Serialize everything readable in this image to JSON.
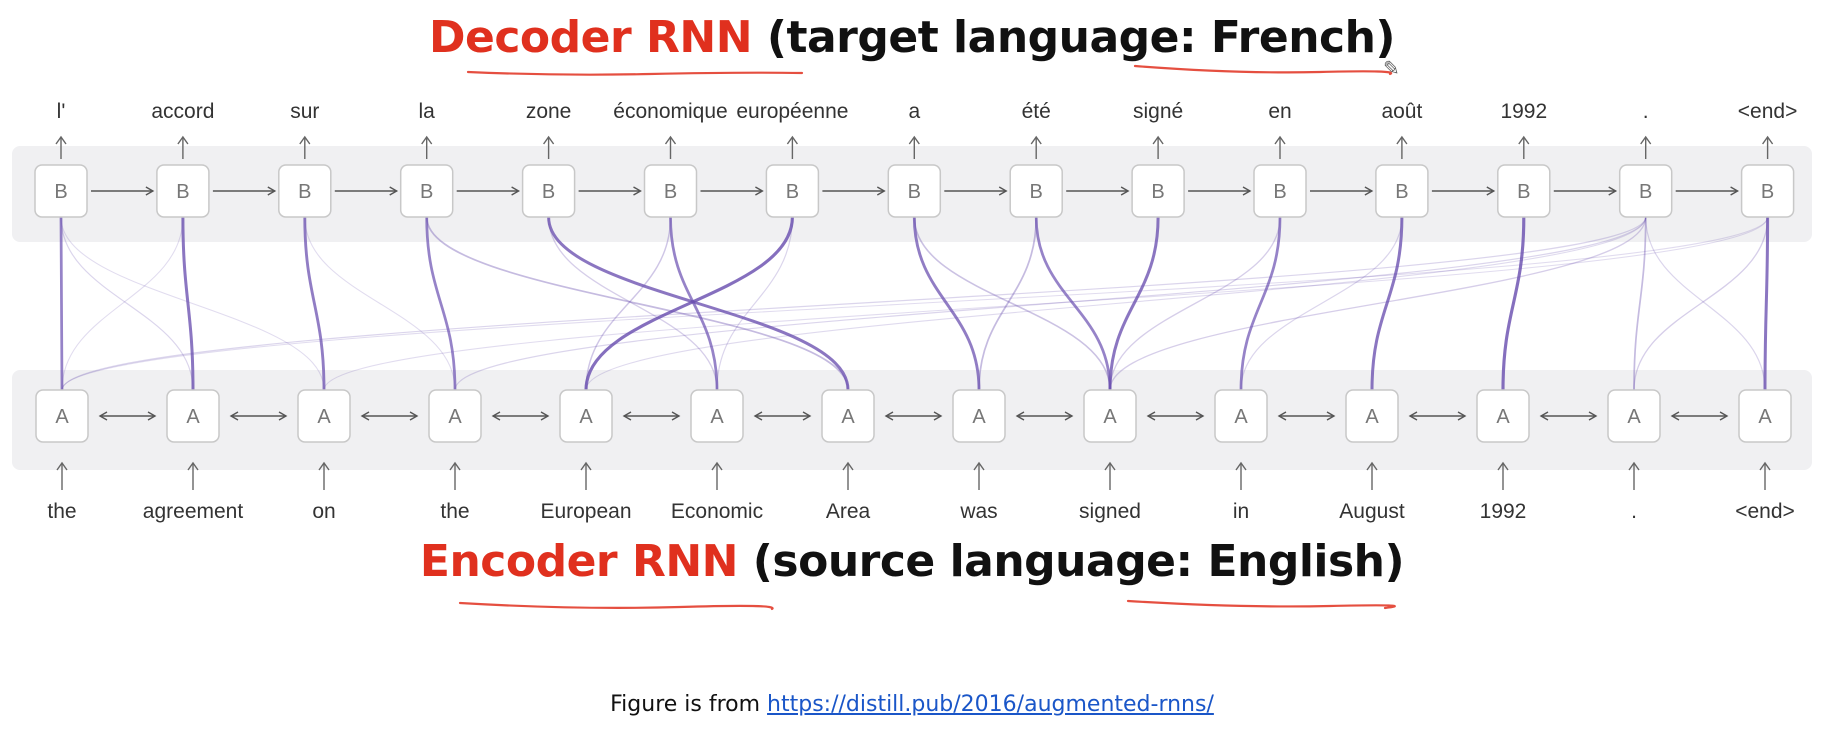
{
  "decoder_title": {
    "main": "Decoder RNN",
    "sub": " (target language: French)"
  },
  "encoder_title": {
    "main": "Encoder RNN",
    "sub": " (source language: English)"
  },
  "caption": {
    "text": "Figure is from ",
    "link": "https://distill.pub/2016/augmented-rnns/"
  },
  "decoder": {
    "cell_label": "B",
    "words": [
      "l'",
      "accord",
      "sur",
      "la",
      "zone",
      "économique",
      "européenne",
      "a",
      "été",
      "signé",
      "en",
      "août",
      "1992",
      ".",
      "<end>"
    ]
  },
  "encoder": {
    "cell_label": "A",
    "words": [
      "the",
      "agreement",
      "on",
      "the",
      "European",
      "Economic",
      "Area",
      "was",
      "signed",
      "in",
      "August",
      "1992",
      ".",
      "<end>"
    ]
  },
  "attention": [
    [
      0,
      0,
      0.75
    ],
    [
      0,
      1,
      0.15
    ],
    [
      0,
      2,
      0.1
    ],
    [
      1,
      1,
      0.85
    ],
    [
      1,
      0,
      0.1
    ],
    [
      2,
      2,
      0.8
    ],
    [
      2,
      3,
      0.1
    ],
    [
      3,
      3,
      0.75
    ],
    [
      3,
      6,
      0.35
    ],
    [
      4,
      6,
      0.85
    ],
    [
      4,
      5,
      0.2
    ],
    [
      5,
      5,
      0.75
    ],
    [
      5,
      4,
      0.25
    ],
    [
      6,
      4,
      0.9
    ],
    [
      6,
      5,
      0.15
    ],
    [
      7,
      7,
      0.8
    ],
    [
      7,
      8,
      0.3
    ],
    [
      8,
      8,
      0.75
    ],
    [
      8,
      7,
      0.35
    ],
    [
      9,
      8,
      0.85
    ],
    [
      10,
      9,
      0.75
    ],
    [
      10,
      8,
      0.2
    ],
    [
      11,
      10,
      0.85
    ],
    [
      11,
      9,
      0.15
    ],
    [
      12,
      11,
      0.9
    ],
    [
      13,
      12,
      0.35
    ],
    [
      13,
      8,
      0.2
    ],
    [
      13,
      3,
      0.15
    ],
    [
      13,
      0,
      0.15
    ],
    [
      13,
      4,
      0.12
    ],
    [
      13,
      13,
      0.15
    ],
    [
      14,
      13,
      0.85
    ],
    [
      14,
      12,
      0.2
    ],
    [
      14,
      0,
      0.1
    ],
    [
      14,
      2,
      0.1
    ]
  ],
  "colors": {
    "red": "#e0301e",
    "line": "#6a4fb0",
    "cell_border": "#c8c8c8",
    "band": "#f0f0f2",
    "link": "#1a56c8"
  }
}
